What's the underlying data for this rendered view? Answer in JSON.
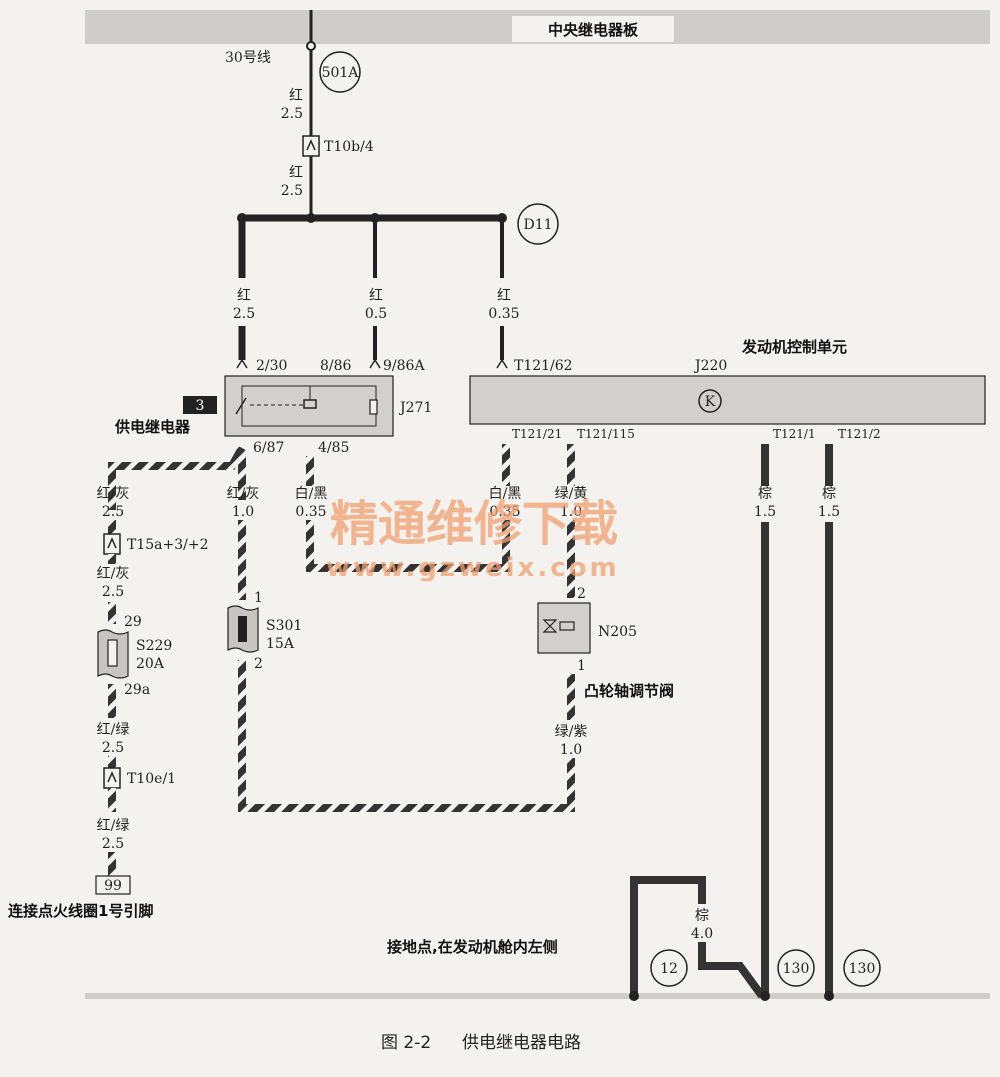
{
  "header": {
    "relay_panel": "中央继电器板"
  },
  "ground_bar": {},
  "line30": "30号线",
  "connectors": {
    "c501A": "501A",
    "cD11": "D11",
    "c12": "12",
    "c130a": "130",
    "c130b": "130",
    "c99": "99"
  },
  "wires": {
    "w1_color": "红",
    "w1_gauge": "2.5",
    "w2_color": "红",
    "w2_gauge": "2.5",
    "w3_color": "红",
    "w3_gauge": "2.5",
    "w4_color": "红",
    "w4_gauge": "0.5",
    "w5_color": "红",
    "w5_gauge": "0.35",
    "w6_color": "红/灰",
    "w6_gauge": "2.5",
    "w7_color": "红/灰",
    "w7_gauge": "2.5",
    "w8_color": "红/灰",
    "w8_gauge": "1.0",
    "w9_color": "白/黑",
    "w9_gauge": "0.35",
    "w10_color": "白/黑",
    "w10_gauge": "0.35",
    "w11_color": "绿/黄",
    "w11_gauge": "1.0",
    "w12_color": "棕",
    "w12_gauge": "1.5",
    "w13_color": "棕",
    "w13_gauge": "1.5",
    "w14_color": "红/绿",
    "w14_gauge": "2.5",
    "w15_color": "红/绿",
    "w15_gauge": "2.5",
    "w16_color": "绿/紫",
    "w16_gauge": "1.0",
    "w17_color": "棕",
    "w17_gauge": "4.0"
  },
  "plugs": {
    "T10b4": "T10b/4",
    "T15a": "T15a+3/+2",
    "T10e1": "T10e/1",
    "T121_62": "T121/62",
    "T121_21": "T121/21",
    "T121_115": "T121/115",
    "T121_1": "T121/1",
    "T121_2": "T121/2"
  },
  "relay": {
    "id": "J271",
    "badge": "3",
    "name": "供电继电器",
    "pin_2_30": "2/30",
    "pin_8_86": "8/86",
    "pin_9_86A": "9/86A",
    "pin_6_87": "6/87",
    "pin_4_85": "4/85"
  },
  "ecu": {
    "id": "J220",
    "name": "发动机控制单元",
    "symbol": "K"
  },
  "fuses": {
    "S301": "S301",
    "S301_rating": "15A",
    "S301_pin1": "1",
    "S301_pin2": "2",
    "S229": "S229",
    "S229_rating": "20A",
    "S229_pin29": "29",
    "S229_pin29a": "29a"
  },
  "valve": {
    "id": "N205",
    "name": "凸轮轴调节阀",
    "pin2": "2",
    "pin1": "1"
  },
  "notes": {
    "ignition": "连接点火线圈1号引脚",
    "ground_point": "接地点,在发动机舱内左侧"
  },
  "watermark": {
    "line1": "精通维修下载",
    "line2": "www.gzweix.com"
  },
  "caption": {
    "fig": "图 2-2",
    "title": "供电继电器电路"
  }
}
